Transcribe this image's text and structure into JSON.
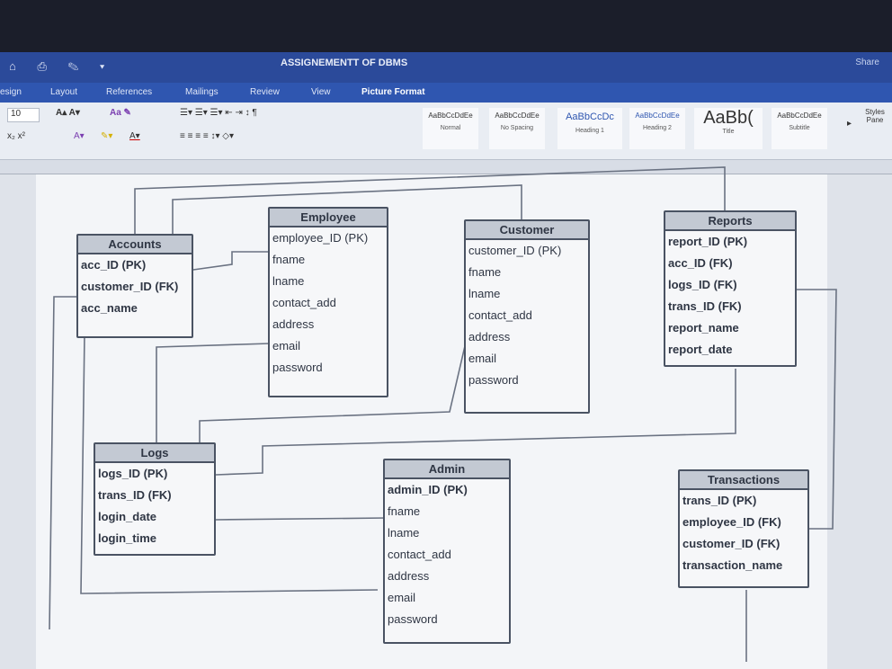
{
  "window": {
    "title": "ASSIGNEMENTT OF DBMS",
    "share": "Share",
    "quick_access": "⌂ ⎙ ✎ ▾"
  },
  "tabs": [
    "esign",
    "Layout",
    "References",
    "Mailings",
    "Review",
    "View",
    "Picture Format"
  ],
  "active_tab": "Picture Format",
  "ribbon": {
    "font_size": "10",
    "styles": [
      {
        "sample": "AaBbCcDdEe",
        "name": "Normal"
      },
      {
        "sample": "AaBbCcDdEe",
        "name": "No Spacing"
      },
      {
        "sample": "AaBbCcDc",
        "name": "Heading 1"
      },
      {
        "sample": "AaBbCcDdEe",
        "name": "Heading 2"
      },
      {
        "sample": "AaBb(",
        "name": "Title"
      },
      {
        "sample": "AaBbCcDdEe",
        "name": "Subtitle"
      }
    ],
    "styles_pane": "Styles Pane"
  },
  "diagram": {
    "entities": {
      "accounts": {
        "title": "Accounts",
        "fields": [
          "acc_ID (PK)",
          "customer_ID (FK)",
          "acc_name"
        ]
      },
      "employee": {
        "title": "Employee",
        "fields": [
          "employee_ID (PK)",
          "fname",
          "lname",
          "contact_add",
          "address",
          "email",
          "password"
        ]
      },
      "customer": {
        "title": "Customer",
        "fields": [
          "customer_ID (PK)",
          "fname",
          "lname",
          "contact_add",
          "address",
          "email",
          "password"
        ]
      },
      "reports": {
        "title": "Reports",
        "fields": [
          "report_ID (PK)",
          "acc_ID (FK)",
          "logs_ID (FK)",
          "trans_ID (FK)",
          "report_name",
          "report_date"
        ]
      },
      "logs": {
        "title": "Logs",
        "fields": [
          "logs_ID (PK)",
          "trans_ID (FK)",
          "login_date",
          "login_time"
        ]
      },
      "admin": {
        "title": "Admin",
        "fields": [
          "admin_ID (PK)",
          "fname",
          "lname",
          "contact_add",
          "address",
          "email",
          "password"
        ]
      },
      "transactions": {
        "title": "Transactions",
        "fields": [
          "trans_ID (PK)",
          "employee_ID (FK)",
          "customer_ID (FK)",
          "transaction_name"
        ]
      }
    }
  }
}
